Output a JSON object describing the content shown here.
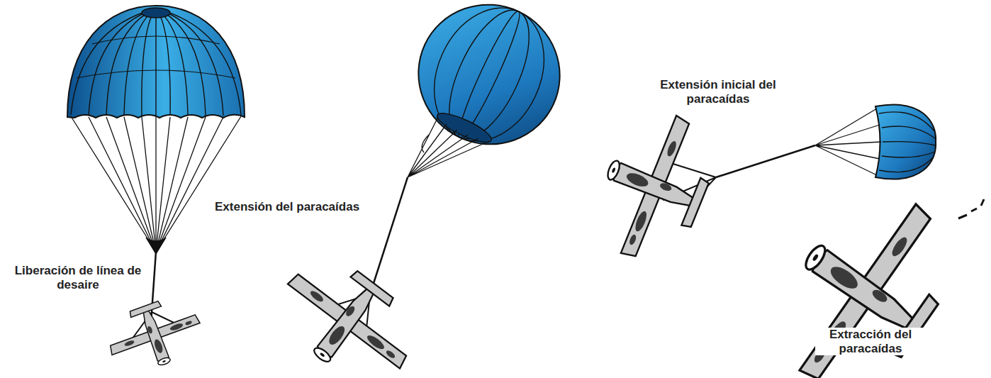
{
  "diagram": {
    "labels": [
      "Liberación de línea de desaire",
      "Extensión del paracaídas",
      "Extensión inicial del paracaídas",
      "Extracción del paracaídas"
    ]
  }
}
